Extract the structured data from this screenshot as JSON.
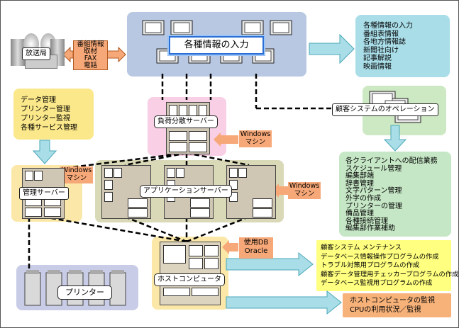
{
  "station": {
    "label": "放送局"
  },
  "info_tag": {
    "lines": [
      "番組情報",
      "取材",
      "FAX",
      "電話"
    ]
  },
  "input_panel": {
    "title": "各種情報の入力"
  },
  "outputs": {
    "lines": [
      "各種情報の入力",
      "番組表情報",
      "各地方情報誌",
      "新聞社向け",
      "記事解説",
      "映画情報"
    ]
  },
  "data_mgmt": {
    "lines": [
      "データ管理",
      "プリンター管理",
      "プリンター監視",
      "各種サービス管理"
    ]
  },
  "load_balancer": {
    "label": "負荷分散サーバー"
  },
  "operation": {
    "label": "顧客システムのオペレーション"
  },
  "windows_machine": {
    "lines": [
      "Windows",
      "マシン"
    ]
  },
  "mgmt_server": {
    "label": "管理サーバー"
  },
  "app_server": {
    "label": "アプリケーションサーバー"
  },
  "tasks": {
    "lines": [
      "各クライアントへの配信業務",
      "スケジュール管理",
      "編集部端",
      "辞書管理",
      "文字パターン管理",
      "外字の作成",
      "プリンターの管理",
      "備品管理",
      "各種接続管理",
      "編集部作業補助"
    ]
  },
  "db": {
    "lines": [
      "使用DB",
      "Oracle"
    ]
  },
  "host": {
    "label": "ホストコンピュータ"
  },
  "printer": {
    "label": "プリンター"
  },
  "maintenance": {
    "lines": [
      "顧客システム メンテナンス",
      "データベース情報操作プログラムの作成",
      "トラブル対策用プログラムの作成",
      "顧客データ管理用チェッカープログラムの作成",
      "データベース監視用プログラムの作成"
    ]
  },
  "monitor": {
    "lines": [
      "ホストコンピュータの監視",
      "CPUの利用状況／監視"
    ]
  },
  "colors": {
    "input_panel": "#b9c8e2",
    "outputs": "#a9dde8",
    "data_mgmt": "#fbe88a",
    "load_balancer": "#f8cfe4",
    "operation_panel": "#cde9c4",
    "tasks": "#c6e7c6",
    "app_server": "#d9d9b8",
    "host": "#fbe8a8",
    "printer": "#c9cce6",
    "maintenance": "#ffff80",
    "monitor": "#f7b27a",
    "windows_tag": "#f7a878",
    "arrow_blue": "#9fdde8"
  }
}
